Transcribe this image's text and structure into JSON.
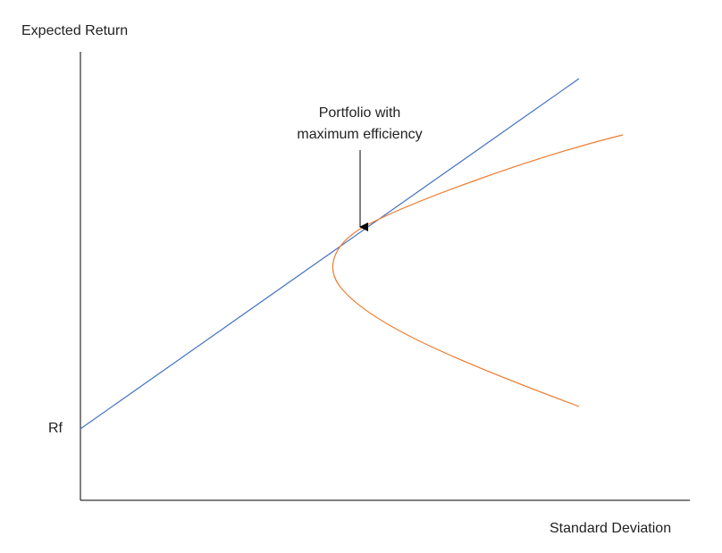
{
  "diagram": {
    "y_axis_label": "Expected Return",
    "x_axis_label": "Standard Deviation",
    "rf_label": "Rf",
    "annotation_lines": [
      "Portfolio with",
      "maximum efficiency"
    ],
    "colors": {
      "axis": "#000000",
      "capital_market_line": "#4472C4",
      "efficient_frontier": "#ED7D31",
      "arrow": "#000000"
    }
  }
}
